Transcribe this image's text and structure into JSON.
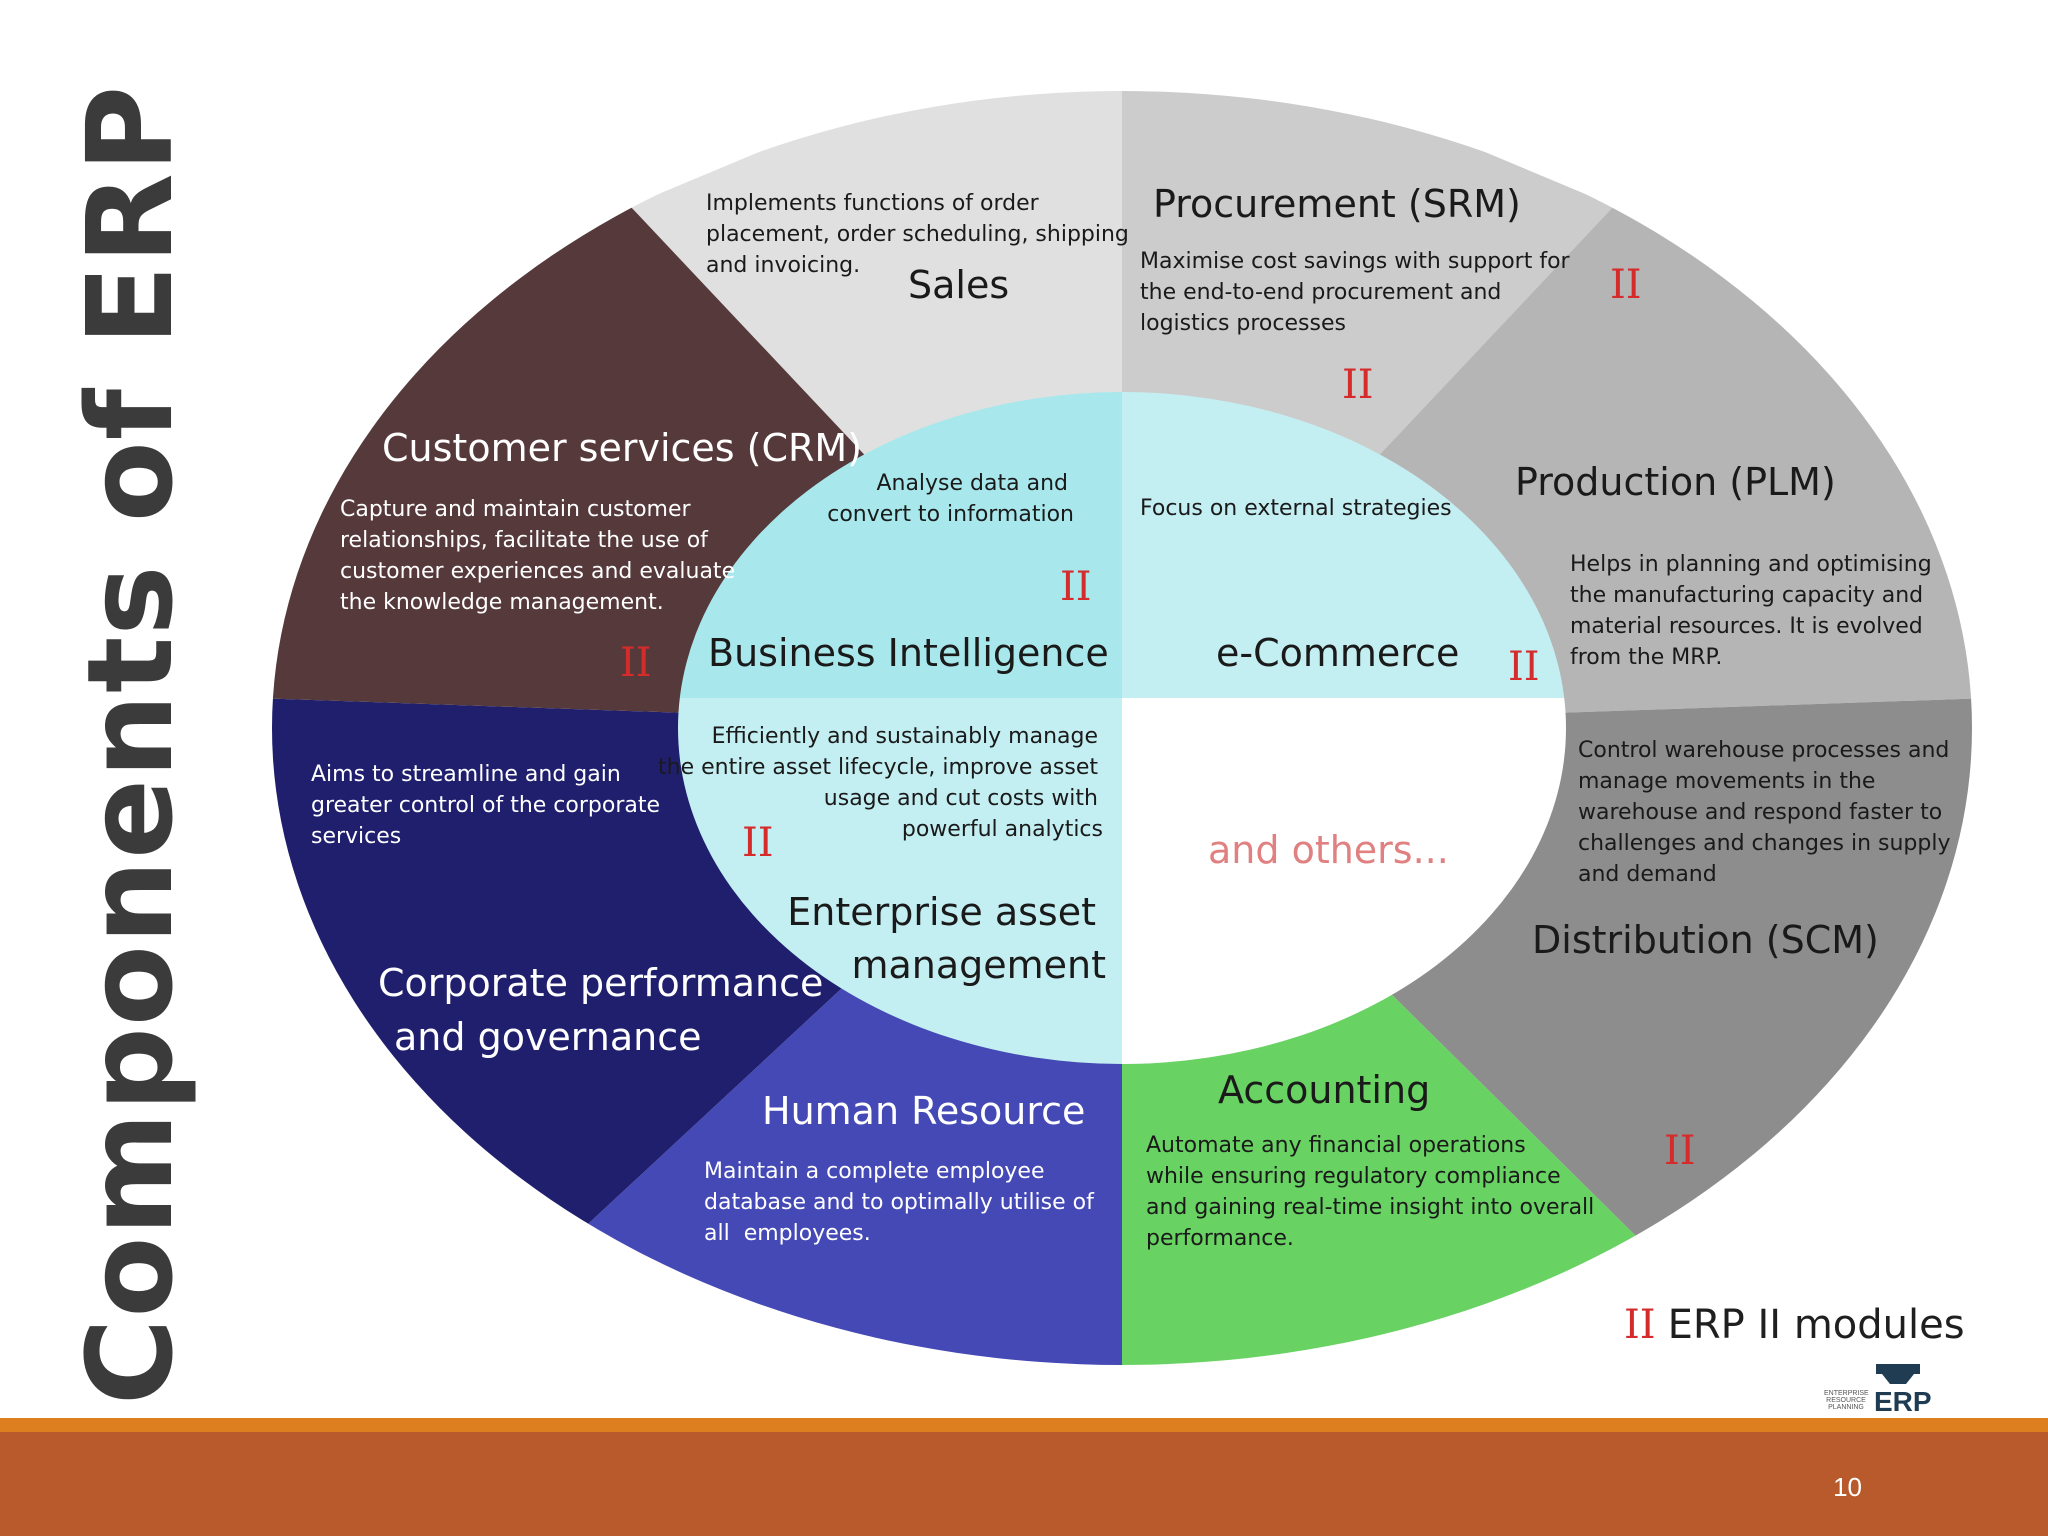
{
  "slide": {
    "title": "Components of ERP",
    "page_number": "10",
    "legend": {
      "symbol": "II",
      "label": "ERP II modules"
    },
    "logo": {
      "small_text": "ENTERPRISE RESOURCE PLANNING",
      "big_text": "ERP"
    }
  },
  "colors": {
    "sales": "#e0e0e0",
    "procurement": "#cccccc",
    "production": "#b6b5b6",
    "distribution": "#8e8d8e",
    "accounting": "#68d263",
    "human_resource": "#4449b6",
    "corporate": "#1f1f6e",
    "crm": "#55393b",
    "inner": "#c4eff2",
    "inner_bi": "#a8e8ec",
    "red_mark": "#d52b2b",
    "others": "#e08080"
  },
  "modules": {
    "sales": {
      "title": "Sales",
      "desc": [
        "Implements functions of order",
        "placement, order scheduling, shipping",
        "and invoicing."
      ]
    },
    "procurement": {
      "title": "Procurement (SRM)",
      "desc": [
        "Maximise cost savings with support for",
        "the end-to-end procurement and",
        "logistics processes"
      ]
    },
    "production": {
      "title": "Production (PLM)",
      "desc": [
        "Helps in planning and optimising",
        "the manufacturing capacity and",
        "material resources. It is evolved",
        "from the MRP."
      ]
    },
    "distribution": {
      "title": "Distribution (SCM)",
      "desc": [
        "Control warehouse processes and",
        "manage movements in the",
        "warehouse and respond faster to",
        "challenges and changes in supply",
        "and demand"
      ]
    },
    "accounting": {
      "title": "Accounting",
      "desc": [
        "Automate any financial operations",
        "while ensuring regulatory compliance",
        "and gaining real-time insight into overall",
        "performance."
      ]
    },
    "human_resource": {
      "title": "Human Resource",
      "desc": [
        "Maintain a complete employee",
        "database and to optimally utilise of",
        "all  employees."
      ]
    },
    "corporate": {
      "title": [
        "Corporate performance",
        "and governance"
      ],
      "desc": [
        "Aims to streamline and gain",
        "greater control of the corporate",
        "services"
      ]
    },
    "crm": {
      "title": "Customer services (CRM)",
      "desc": [
        "Capture and maintain customer",
        "relationships, facilitate the use of",
        "customer experiences and evaluate",
        "the knowledge management."
      ]
    },
    "bi": {
      "title": "Business Intelligence",
      "desc": [
        "Analyse data and",
        "convert to information"
      ]
    },
    "ecommerce": {
      "title": "e-Commerce",
      "desc": [
        "Focus on external strategies"
      ]
    },
    "eam": {
      "title": [
        "Enterprise asset",
        "management"
      ],
      "desc": [
        "Efficiently and sustainably manage",
        "the entire asset lifecycle, improve asset",
        "usage and cut costs with",
        "powerful analytics"
      ]
    },
    "others": {
      "title": "and others..."
    }
  },
  "erp2_marks": [
    "II",
    "II",
    "II",
    "II",
    "II",
    "II",
    "II",
    "II"
  ]
}
